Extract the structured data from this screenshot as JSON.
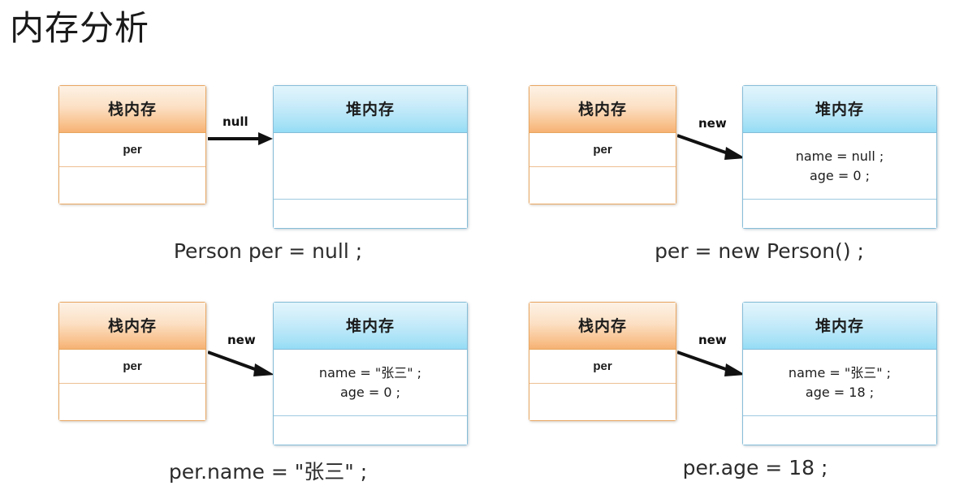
{
  "slide": {
    "title": "内存分析"
  },
  "labels": {
    "stack_header": "栈内存",
    "heap_header": "堆内存",
    "stack_variable": "per"
  },
  "diagrams": [
    {
      "id": "diagram-0",
      "arrow_label": "null",
      "arrow_kind": "horizontal",
      "heap_lines": [],
      "caption": "Person per = null ;"
    },
    {
      "id": "diagram-1",
      "arrow_label": "new",
      "arrow_kind": "diagonal",
      "heap_lines": [
        "name = null ;",
        "age = 0 ;"
      ],
      "caption": "per = new Person() ;"
    },
    {
      "id": "diagram-2",
      "arrow_label": "new",
      "arrow_kind": "diagonal",
      "heap_lines": [
        "name = \"张三\" ;",
        "age = 0 ;"
      ],
      "caption": "per.name = \"张三\" ;"
    },
    {
      "id": "diagram-3",
      "arrow_label": "new",
      "arrow_kind": "diagonal",
      "heap_lines": [
        "name = \"张三\" ;",
        "age = 18 ;"
      ],
      "caption": "per.age = 18 ;"
    }
  ],
  "colors": {
    "stack_accent": "#f6b173",
    "stack_border": "#e8a661",
    "heap_accent": "#93dcf5",
    "heap_border": "#86bdd8",
    "arrow": "#111111",
    "title_text": "#1a1a1a"
  }
}
